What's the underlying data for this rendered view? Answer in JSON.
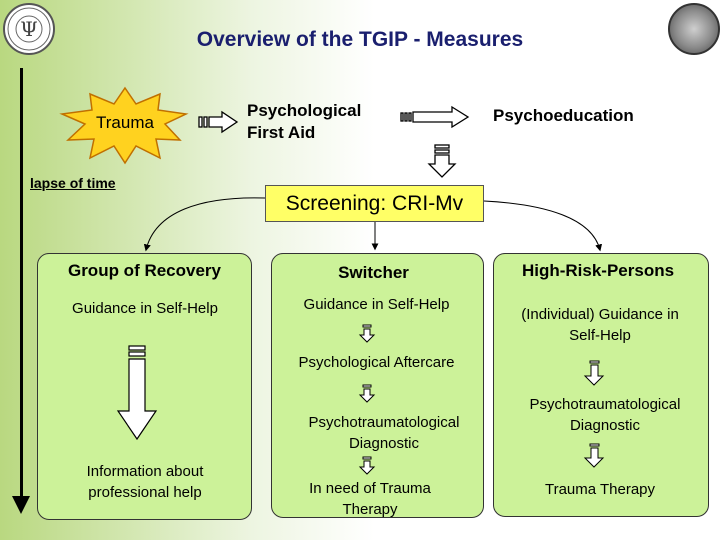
{
  "title": "Overview of the TGIP - Measures",
  "timeline": {
    "label": "lapse of time"
  },
  "top_row": {
    "trauma": "Trauma",
    "first_aid_line1": "Psychological",
    "first_aid_line2": "First Aid",
    "psychoeducation": "Psychoeducation"
  },
  "screening": "Screening: CRI-Mv",
  "panels": [
    {
      "title": "Group of Recovery",
      "items": [
        "Guidance in Self-Help",
        "Information about professional help"
      ]
    },
    {
      "title": "Switcher",
      "items": [
        "Guidance in Self-Help",
        "Psychological Aftercare",
        "Psychotraumatological Diagnostic",
        "In need of Trauma Therapy"
      ]
    },
    {
      "title": "High-Risk-Persons",
      "items": [
        "(Individual) Guidance in Self-Help",
        "Psychotraumatological Diagnostic",
        "Trauma Therapy"
      ]
    }
  ],
  "colors": {
    "title": "#1a1f6e",
    "panel_fill": "#ccf299",
    "screening_fill": "#ffff66",
    "star_fill": "#ffd21f"
  }
}
